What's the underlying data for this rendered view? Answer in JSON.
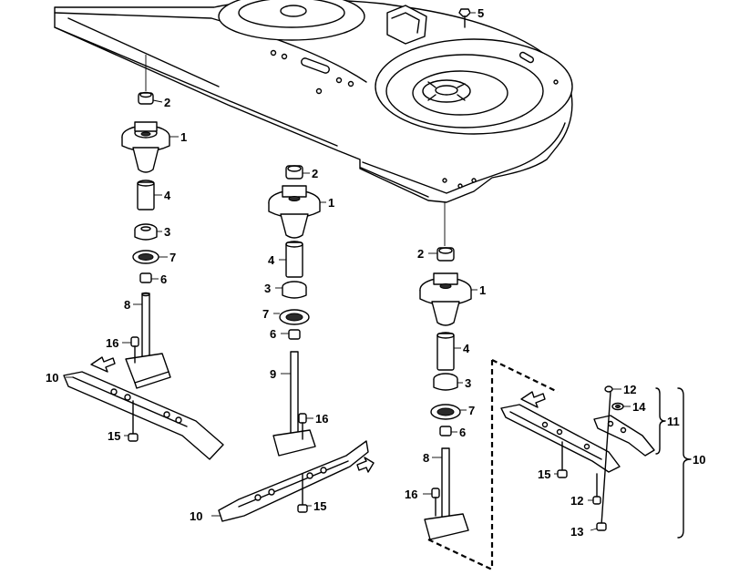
{
  "callouts": {
    "deck_bolt": "5",
    "left": {
      "washer": "2",
      "housing": "1",
      "spacer": "4",
      "bearing": "3",
      "seal": "7",
      "nut": "6",
      "shaft": "8",
      "bolt_adapter": "16",
      "blade": "10",
      "blade_bolt": "15"
    },
    "middle": {
      "washer": "2",
      "housing": "1",
      "spacer": "4",
      "bearing": "3",
      "seal": "7",
      "nut": "6",
      "shaft": "9",
      "bolt_adapter": "16",
      "blade": "10",
      "blade_bolt": "15"
    },
    "right": {
      "washer": "2",
      "housing": "1",
      "spacer": "4",
      "bearing": "3",
      "seal": "7",
      "nut": "6",
      "shaft": "8",
      "bolt_adapter": "16"
    },
    "detail": {
      "nut_small": "12",
      "washer_small": "14",
      "blade_set": "11",
      "blade_kit": "10",
      "bolt": "15",
      "nut_lower": "12",
      "bolt_long": "13"
    }
  }
}
